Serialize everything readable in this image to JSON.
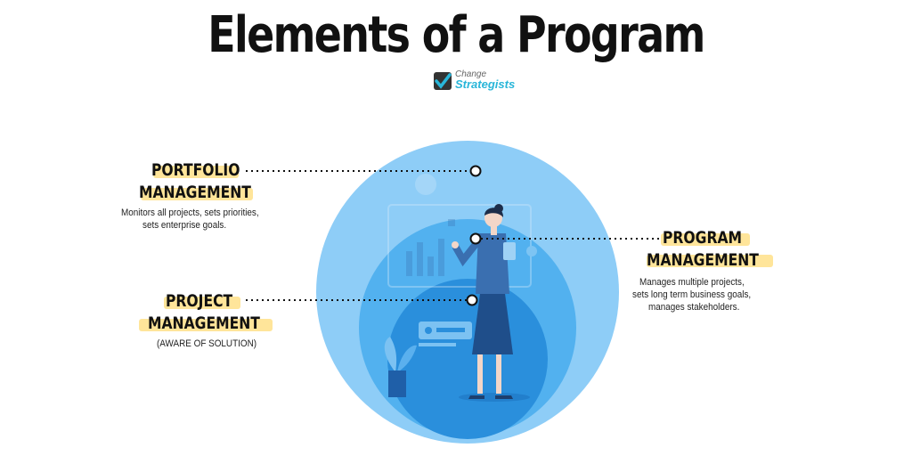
{
  "title": "Elements of a Program",
  "logo": {
    "line1": "Change",
    "line2": "Strategists"
  },
  "portfolio": {
    "title_line1": "PORTFOLIO",
    "title_line2": "MANAGEMENT",
    "desc_line1": "Monitors all projects, sets priorities,",
    "desc_line2": "sets enterprise goals."
  },
  "program": {
    "title_line1": "PROGRAM",
    "title_line2": "MANAGEMENT",
    "desc_line1": "Manages multiple projects,",
    "desc_line2": "sets long term business goals,",
    "desc_line3": "manages stakeholders."
  },
  "project": {
    "title_line1": "PROJECT",
    "title_line2": "MANAGEMENT",
    "note": "(AWARE OF SOLUTION)"
  },
  "colors": {
    "outer_circle": "#8ecdf7",
    "middle_circle": "#52b1ef",
    "inner_circle": "#2a8fdc",
    "highlight": "#ffe59a",
    "figure": "#1f4e8a"
  }
}
